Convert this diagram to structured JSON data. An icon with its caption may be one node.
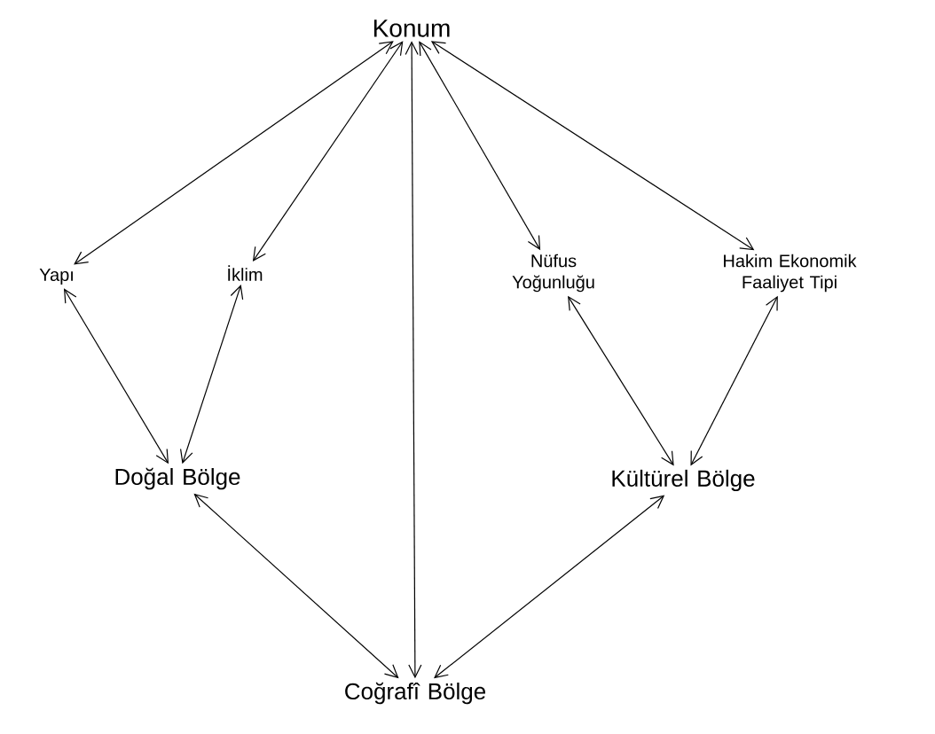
{
  "diagram": {
    "nodes": [
      {
        "text": [
          "Konum"
        ]
      },
      {
        "text": [
          "Yapı"
        ]
      },
      {
        "text": [
          "İklim"
        ]
      },
      {
        "text": [
          "Nüfus Yoğunluğu"
        ]
      },
      {
        "text": [
          "Hakim Ekonomik Faaliyet Tipi"
        ]
      },
      {
        "text": [
          "Doğal Bölge"
        ]
      },
      {
        "text": [
          "Kültürel Bölge"
        ]
      },
      {
        "text": [
          "Coğrafî Bölge"
        ]
      }
    ],
    "edges": [
      {
        "from": 0,
        "to": 1,
        "arrow": "both"
      },
      {
        "from": 0,
        "to": 2,
        "arrow": "both"
      },
      {
        "from": 0,
        "to": 7,
        "arrow": "both"
      },
      {
        "from": 0,
        "to": 3,
        "arrow": "both"
      },
      {
        "from": 0,
        "to": 4,
        "arrow": "both"
      },
      {
        "from": 5,
        "to": 1,
        "arrow": "both"
      },
      {
        "from": 5,
        "to": 2,
        "arrow": "both"
      },
      {
        "from": 6,
        "to": 3,
        "arrow": "both"
      },
      {
        "from": 6,
        "to": 4,
        "arrow": "both"
      },
      {
        "from": 7,
        "to": 5,
        "arrow": "both"
      },
      {
        "from": 7,
        "to": 6,
        "arrow": "both"
      }
    ]
  }
}
